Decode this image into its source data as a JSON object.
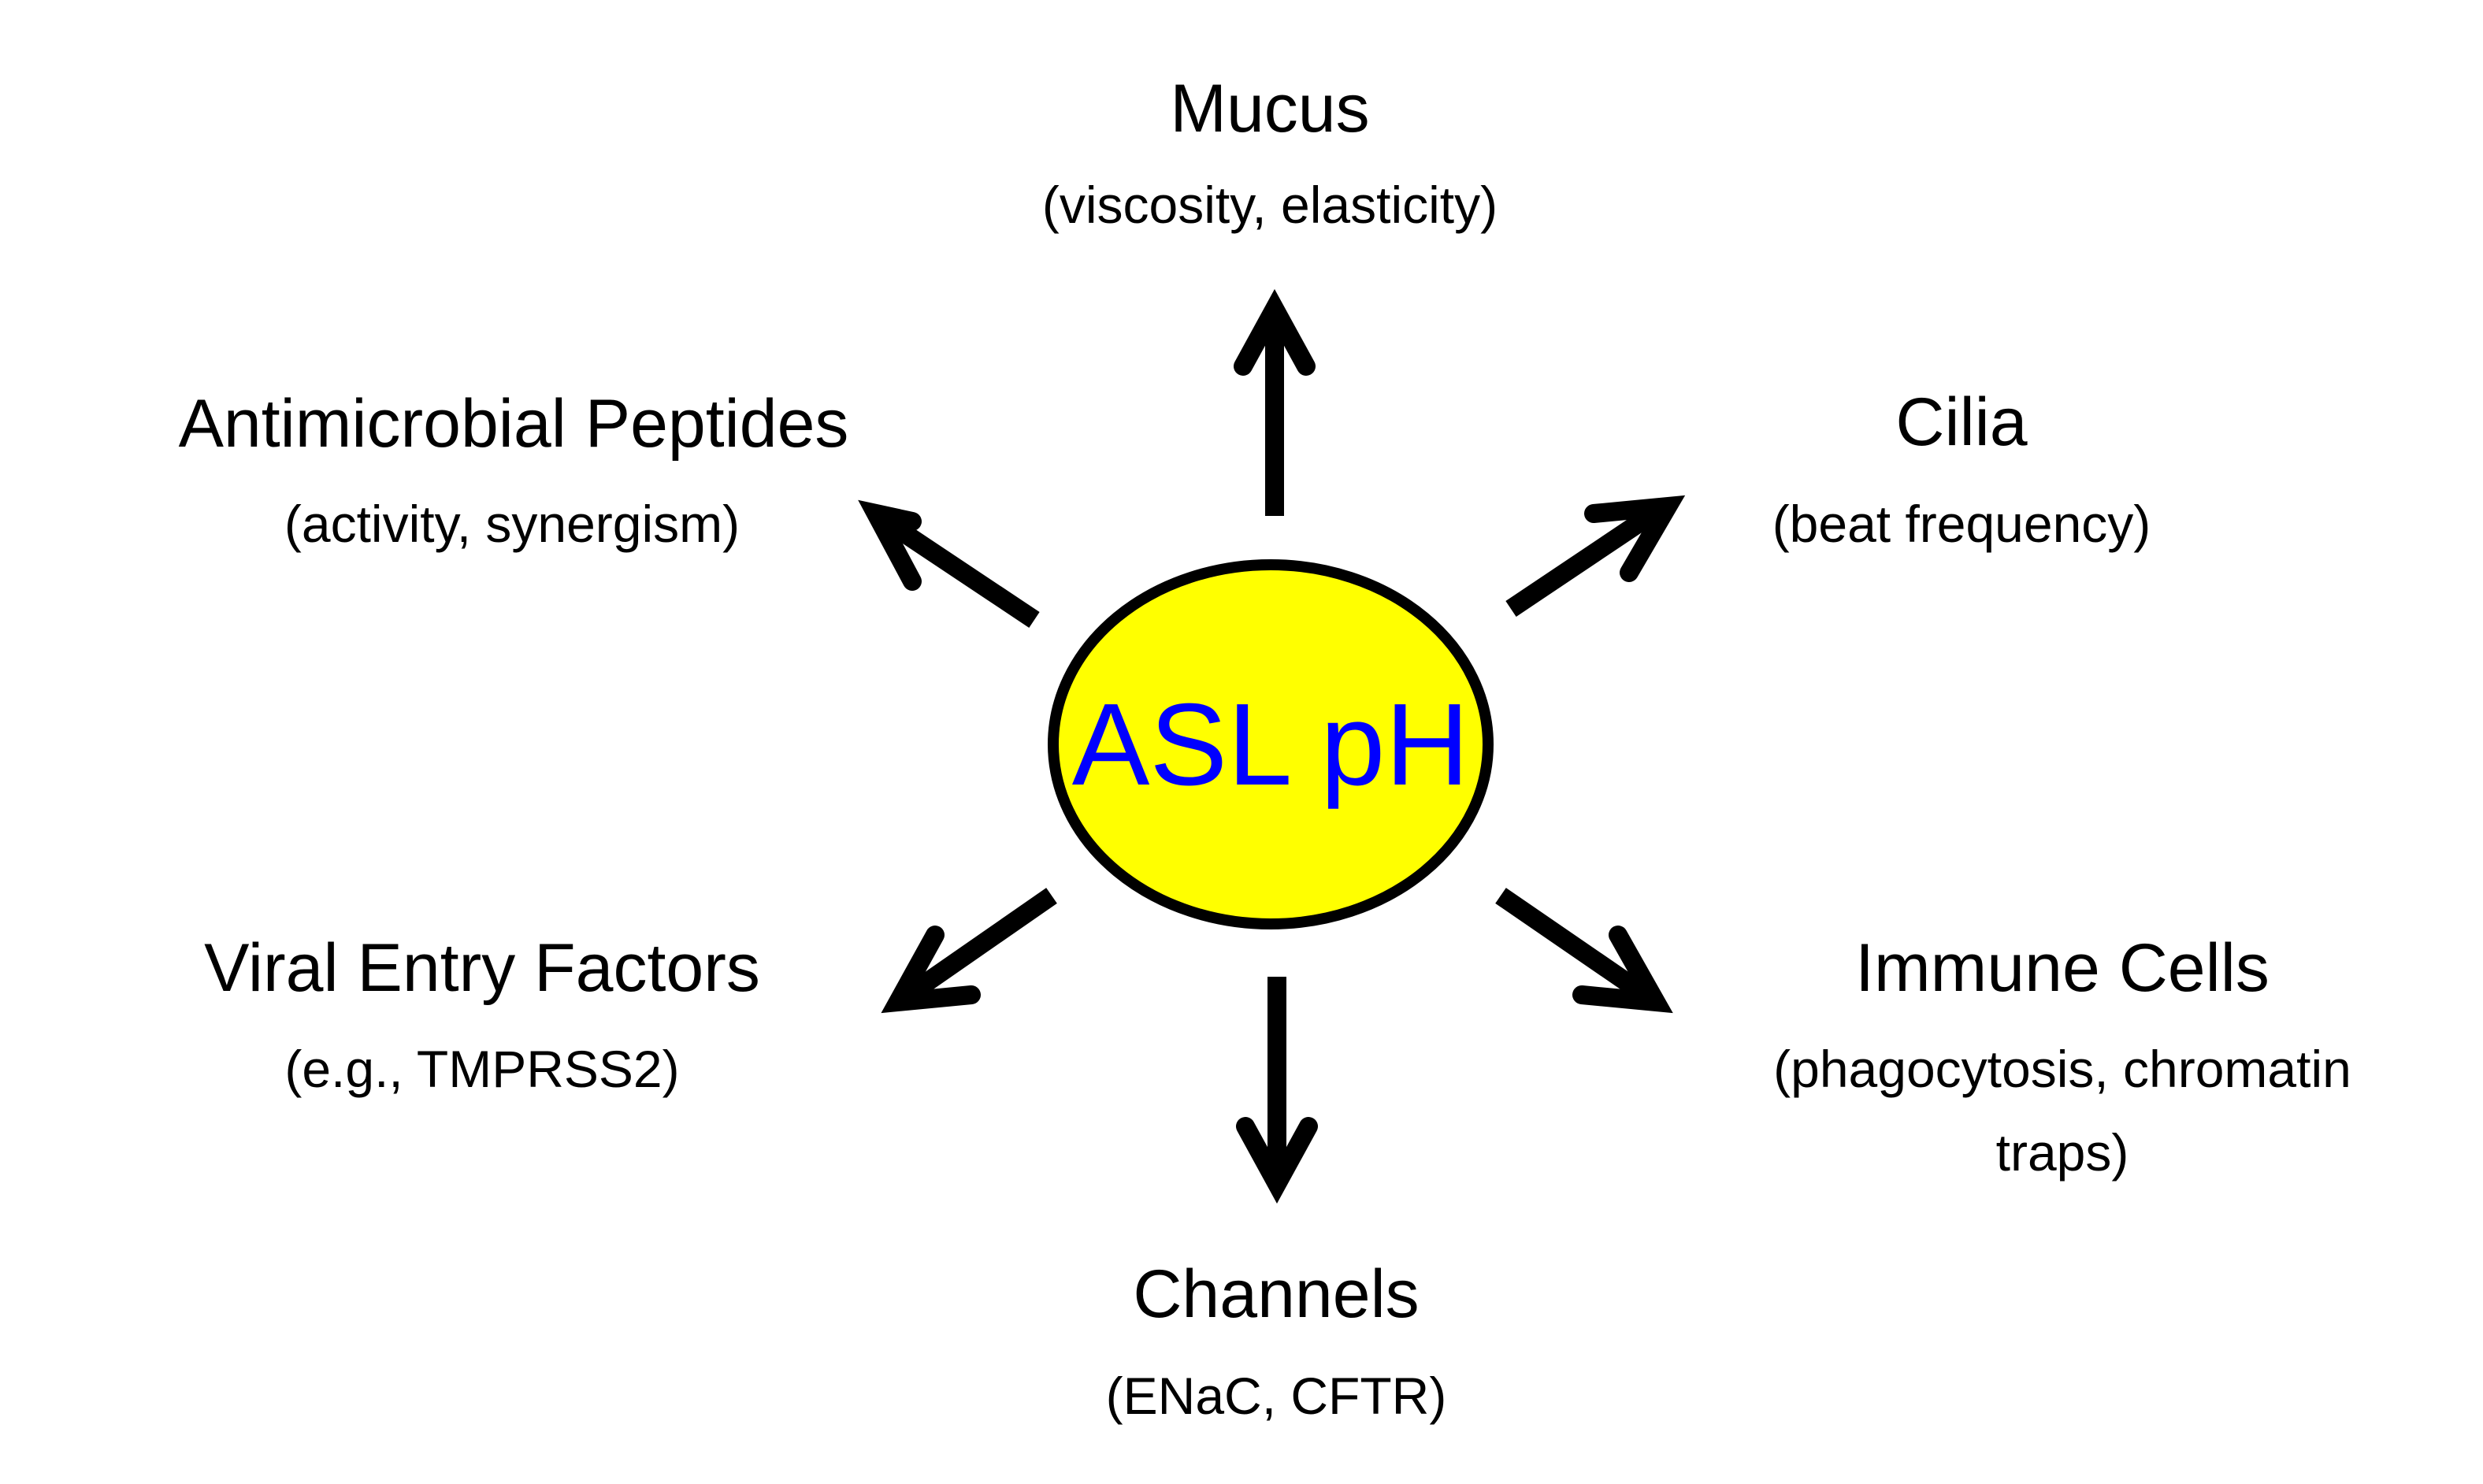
{
  "center": {
    "label": "ASL pH",
    "fill_color": "#FFFF00",
    "text_color": "#0000FF",
    "border_color": "#000000"
  },
  "nodes": [
    {
      "id": "mucus",
      "title": "Mucus",
      "subtitle_lines": [
        "(viscosity, elasticity)"
      ],
      "direction": "up"
    },
    {
      "id": "antimicrobial-peptides",
      "title": "Antimicrobial Peptides",
      "subtitle_lines": [
        "(activity, synergism)"
      ],
      "direction": "up-left"
    },
    {
      "id": "cilia",
      "title": "Cilia",
      "subtitle_lines": [
        "(beat frequency)"
      ],
      "direction": "up-right"
    },
    {
      "id": "viral-entry-factors",
      "title": "Viral Entry Factors",
      "subtitle_lines": [
        "(e.g., TMPRSS2)"
      ],
      "direction": "down-left"
    },
    {
      "id": "immune-cells",
      "title": "Immune Cells",
      "subtitle_lines": [
        "(phagocytosis, chromatin",
        "traps)"
      ],
      "direction": "down-right"
    },
    {
      "id": "channels",
      "title": "Channels",
      "subtitle_lines": [
        "(ENaC, CFTR)"
      ],
      "direction": "down"
    }
  ],
  "arrow_color": "#000000"
}
